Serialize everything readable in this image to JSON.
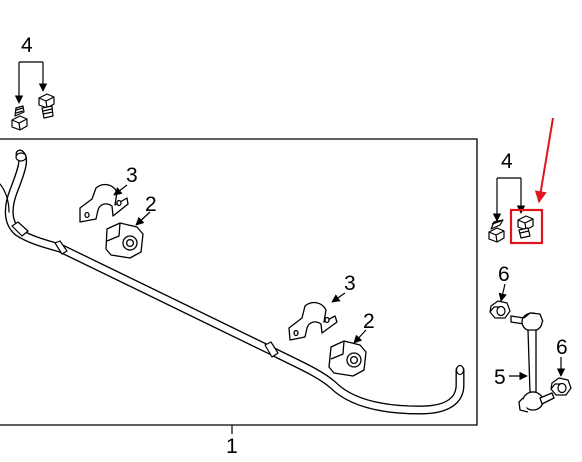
{
  "callouts": {
    "c1": "1",
    "c2a": "2",
    "c2b": "2",
    "c3a": "3",
    "c3b": "3",
    "c4a": "4",
    "c4b": "4",
    "c5": "5",
    "c6a": "6",
    "c6b": "6"
  },
  "colors": {
    "line": "#000000",
    "highlight": "#e0141e",
    "background": "#ffffff"
  },
  "highlight": {
    "target": "bolt-4-right-highlighted",
    "box_icon": "highlight-box",
    "pointer_icon": "red-pointer-arrow"
  }
}
